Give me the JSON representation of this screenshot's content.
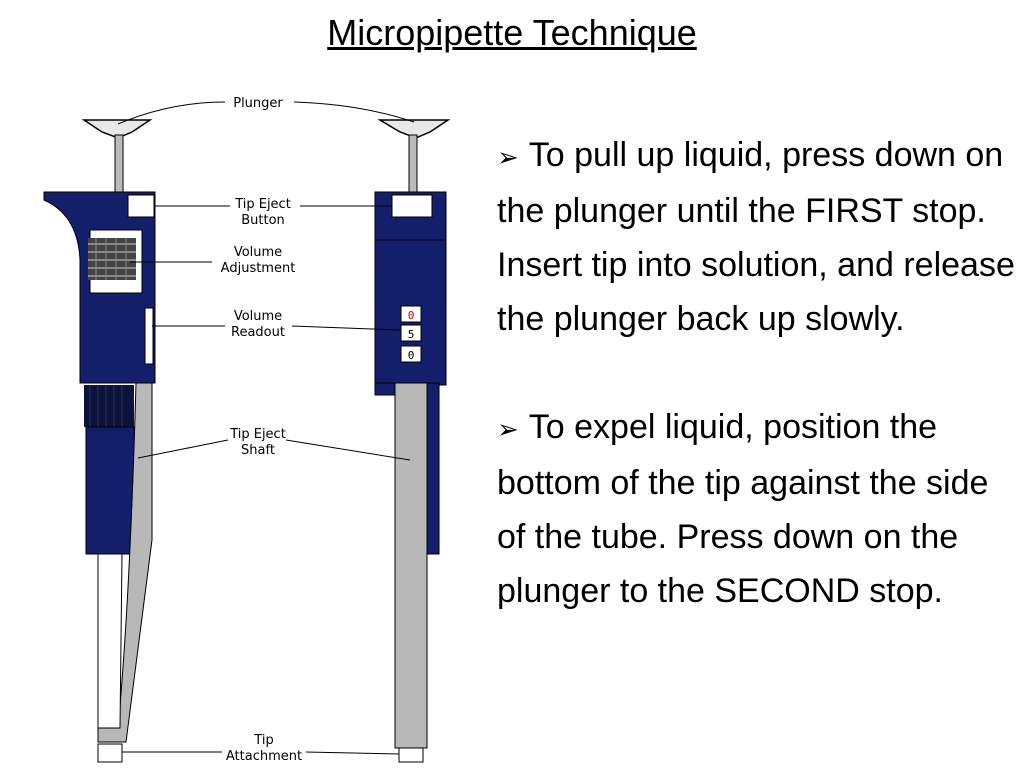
{
  "title": "Micropipette Technique",
  "labels": {
    "plunger": "Plunger",
    "tip_eject_button": [
      "Tip Eject",
      "Button"
    ],
    "volume_adjustment": [
      "Volume",
      "Adjustment"
    ],
    "volume_readout": [
      "Volume",
      "Readout"
    ],
    "tip_eject_shaft": [
      "Tip Eject",
      "Shaft"
    ],
    "tip_attachment": [
      "Tip",
      "Attachment"
    ]
  },
  "readout_digits": [
    "0",
    "5",
    "0"
  ],
  "bullets": [
    {
      "icon": "arrow-bullet-icon",
      "text": "To pull up liquid, press down on the plunger until the FIRST stop.  Insert tip into solution, and release the plunger back up slowly."
    },
    {
      "icon": "arrow-bullet-icon",
      "text": "To expel liquid, position the bottom of the tip against the side of the tube.  Press down on the plunger to the SECOND stop."
    }
  ],
  "colors": {
    "body": "#141f6b",
    "shaft": "#b8b8b8",
    "readout_red": "#cc0000"
  }
}
